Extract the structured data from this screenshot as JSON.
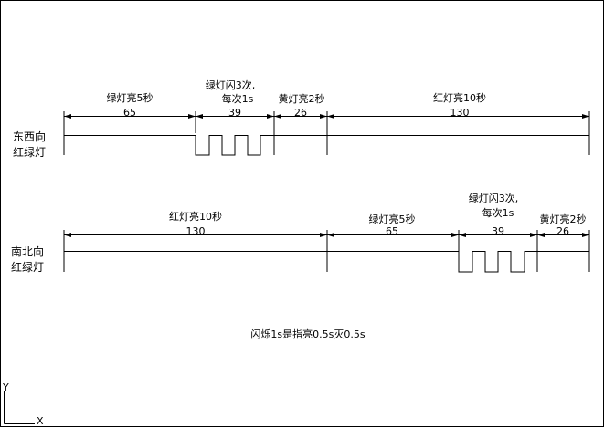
{
  "rows": [
    {
      "label_line1": "东西向",
      "label_line2": "红绿灯",
      "segments": [
        {
          "text": "绿灯亮5秒",
          "value": "65"
        },
        {
          "text_line1": "绿灯闪3次,",
          "text_line2": "每次1s",
          "value": "39"
        },
        {
          "text": "黄灯亮2秒",
          "value": "26"
        },
        {
          "text": "红灯亮10秒",
          "value": "130"
        }
      ]
    },
    {
      "label_line1": "南北向",
      "label_line2": "红绿灯",
      "segments": [
        {
          "text": "红灯亮10秒",
          "value": "130"
        },
        {
          "text": "绿灯亮5秒",
          "value": "65"
        },
        {
          "text_line1": "绿灯闪3次,",
          "text_line2": "每次1s",
          "value": "39"
        },
        {
          "text": "黄灯亮2秒",
          "value": "26"
        }
      ]
    }
  ],
  "note": "闪烁1s是指亮0.5s灭0.5s",
  "ucs": {
    "y": "Y",
    "x": "X"
  }
}
